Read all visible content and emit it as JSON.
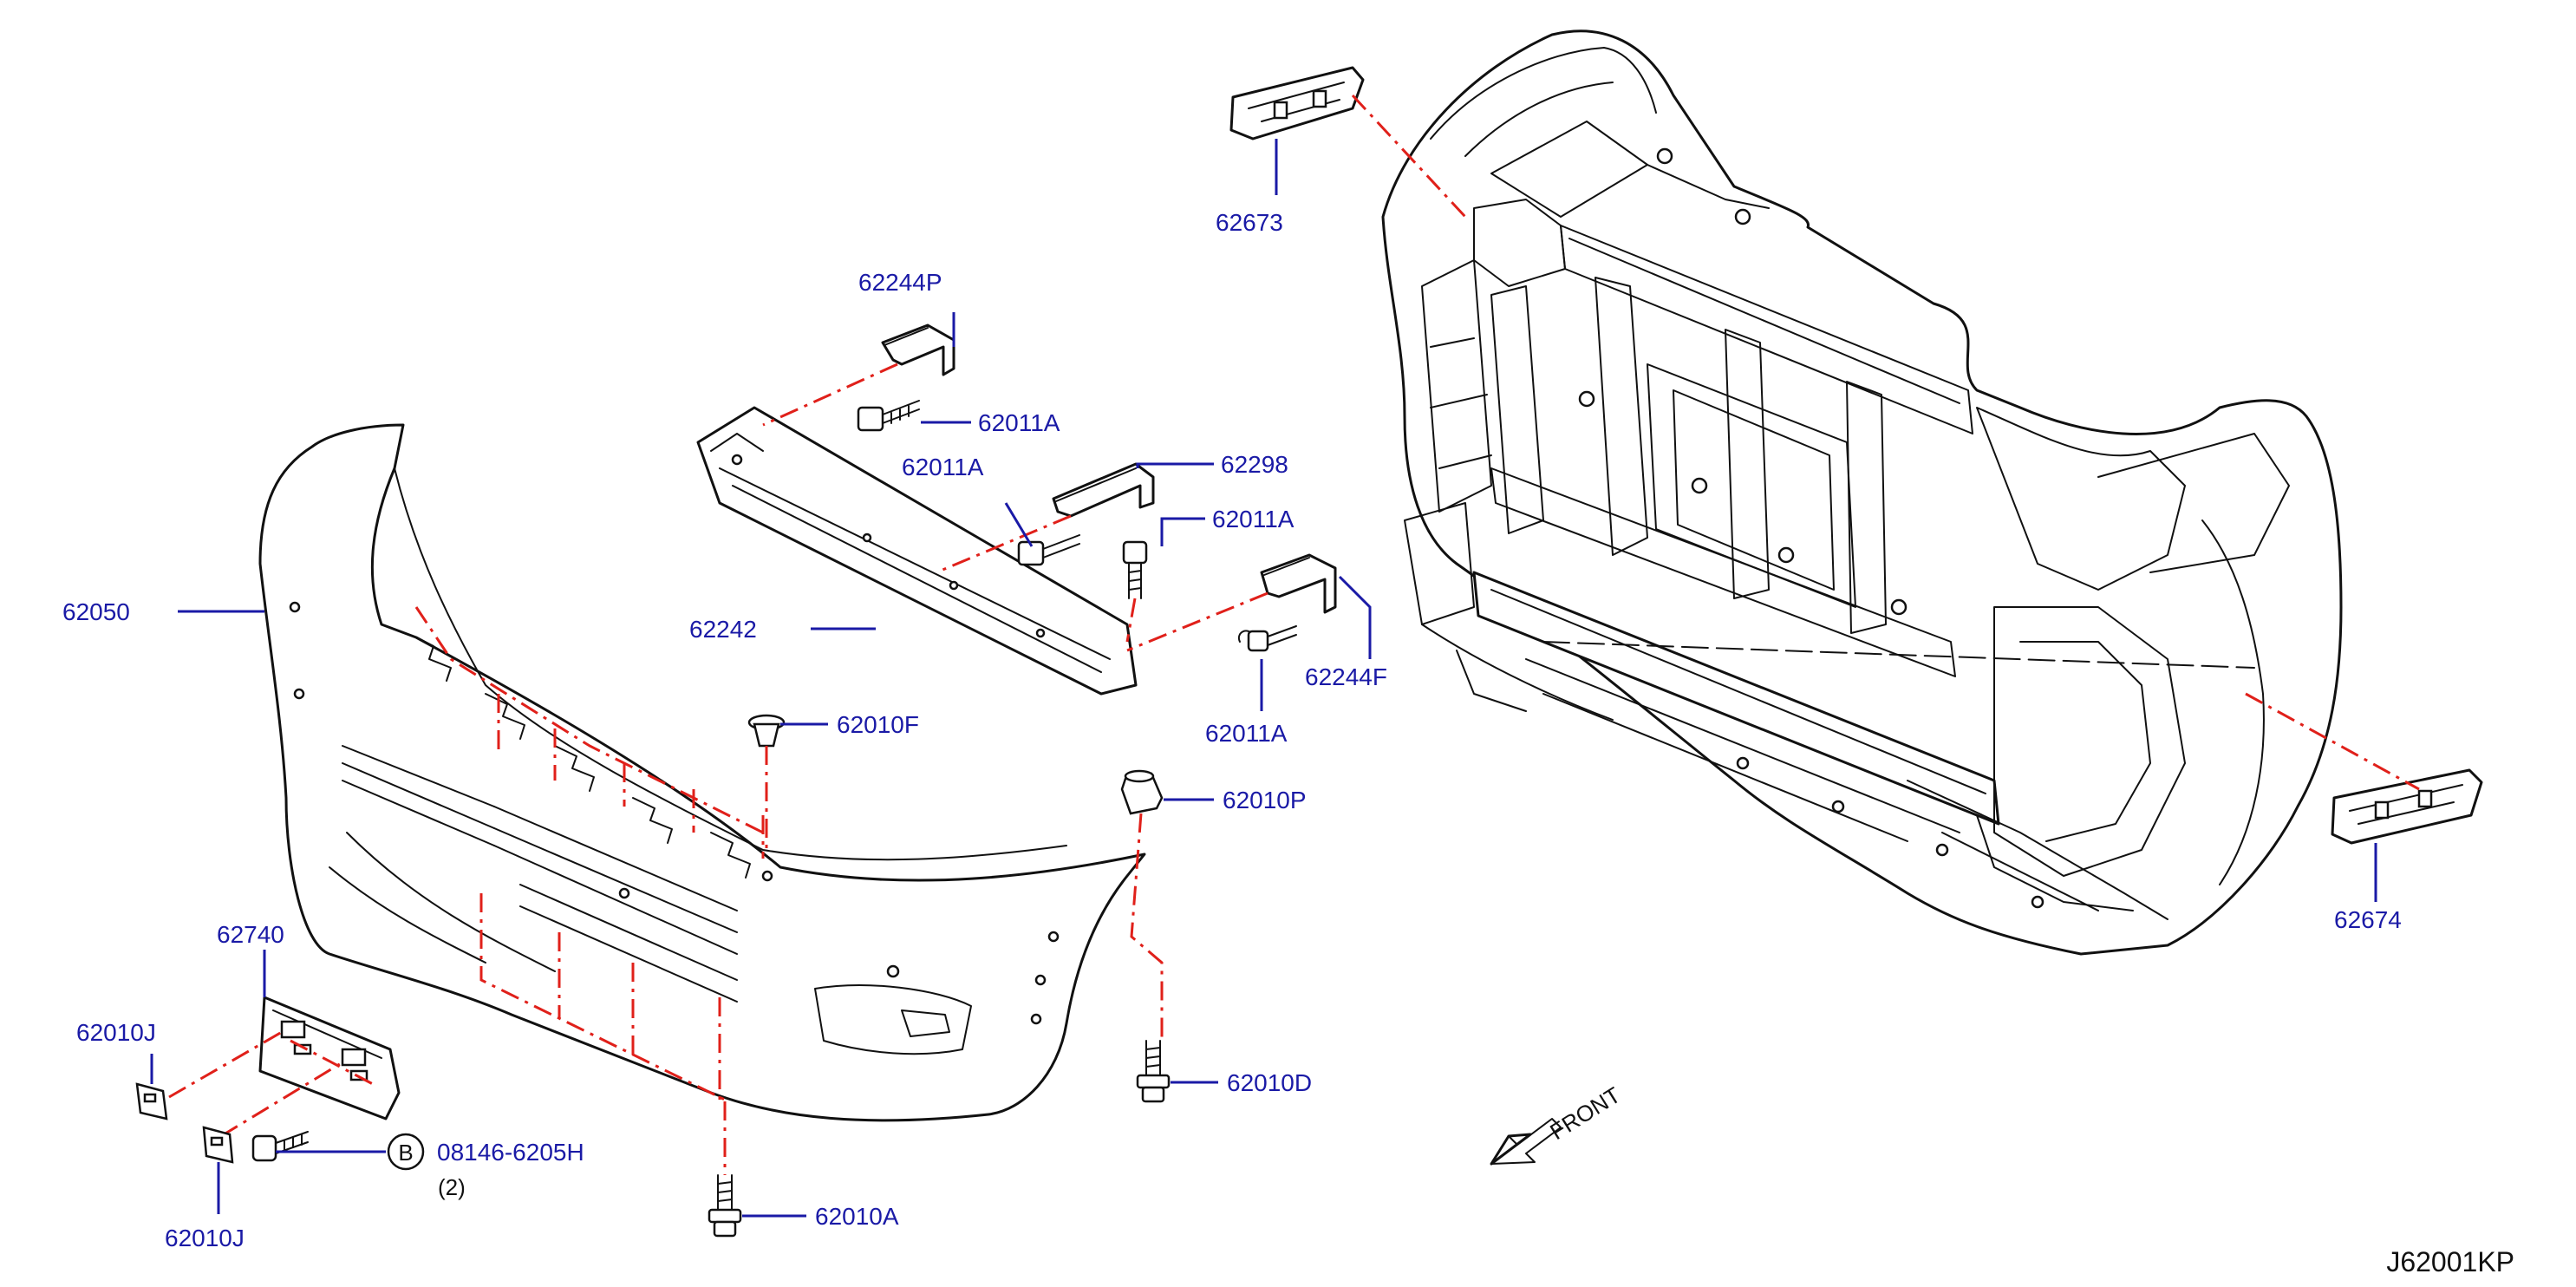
{
  "diagram": {
    "id": "J62001KP",
    "front_label": "FRONT",
    "colors": {
      "label": "#1a1aa6",
      "leader": "#1a1aa6",
      "dash": "#e0201a",
      "line": "#111111"
    },
    "callouts": [
      {
        "key": "c62673",
        "part": "62673"
      },
      {
        "key": "c62244P",
        "part": "62244P"
      },
      {
        "key": "c62011A_1",
        "part": "62011A"
      },
      {
        "key": "c62011A_2",
        "part": "62011A"
      },
      {
        "key": "c62298",
        "part": "62298"
      },
      {
        "key": "c62011A_3",
        "part": "62011A"
      },
      {
        "key": "c62050",
        "part": "62050"
      },
      {
        "key": "c62242",
        "part": "62242"
      },
      {
        "key": "c62244F",
        "part": "62244F"
      },
      {
        "key": "c62011A_4",
        "part": "62011A"
      },
      {
        "key": "c62010F",
        "part": "62010F"
      },
      {
        "key": "c62010P",
        "part": "62010P"
      },
      {
        "key": "c62674",
        "part": "62674"
      },
      {
        "key": "c62740",
        "part": "62740"
      },
      {
        "key": "c62010J_1",
        "part": "62010J"
      },
      {
        "key": "c62010J_2",
        "part": "62010J"
      },
      {
        "key": "c08146",
        "part": "08146-6205H"
      },
      {
        "key": "c62010D",
        "part": "62010D"
      },
      {
        "key": "c62010A",
        "part": "62010A"
      }
    ],
    "b_marker": "B",
    "qty_note": "(2)"
  }
}
